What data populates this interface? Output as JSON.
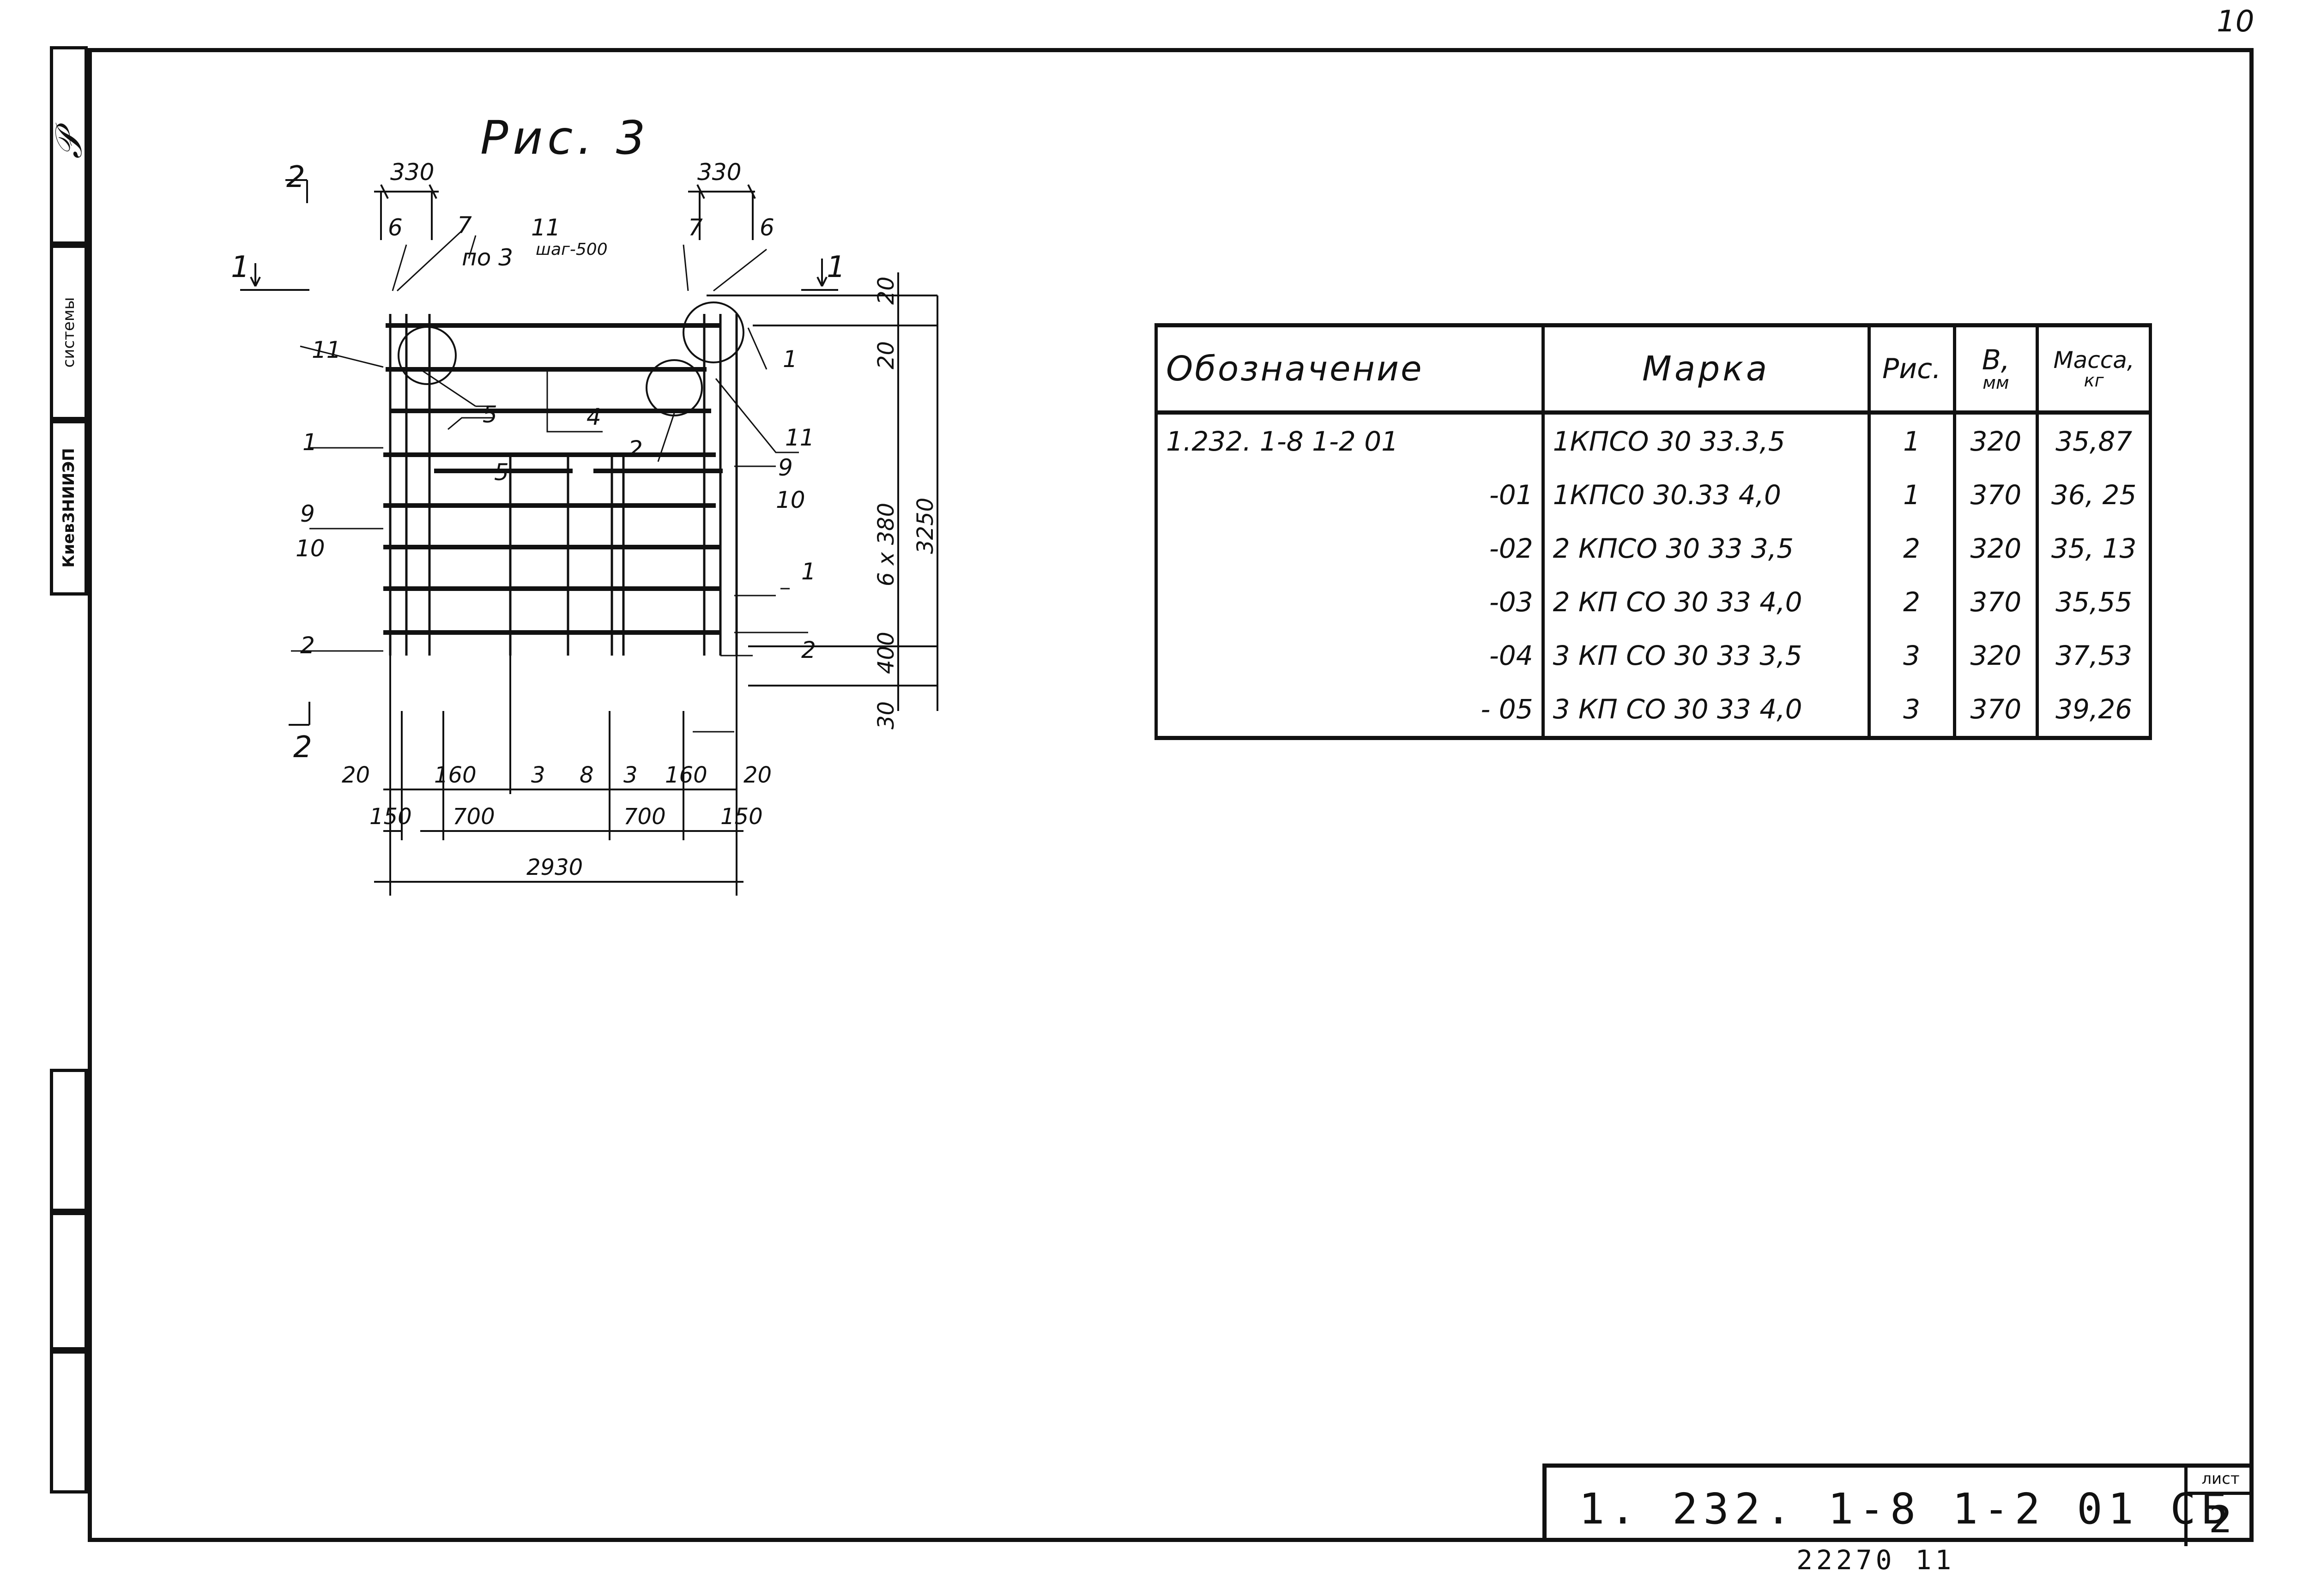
{
  "page_number": "10",
  "side_strip": {
    "signature_glyph": "𝒫",
    "systems": "системы",
    "institute": "КиевЗНИИЭП"
  },
  "figure": {
    "title": "Рис. 3",
    "section_labels": {
      "s2_top": "2",
      "s1_left": "1",
      "s1_right": "1",
      "s2_bottom": "2"
    },
    "top_dims": {
      "left": "330",
      "right": "330"
    },
    "callouts": {
      "n6_left": "6",
      "n7_left": "7",
      "po3": "по 3",
      "n11_top": "11",
      "shag": "шаг-500",
      "n7_right": "7",
      "n6_right": "6",
      "n11_left": "11",
      "n5_a": "5",
      "n4": "4",
      "n2_mid": "2",
      "n11_right": "11",
      "n1_right_top": "1",
      "n1_left": "1",
      "n5_b": "5",
      "n9_left": "9",
      "n10_left": "10",
      "n9_right": "9",
      "n10_right": "10",
      "n1_right_mid": "1",
      "n2_left": "2",
      "n2_right": "2"
    },
    "right_dims": {
      "d20_top": "20",
      "d20": "20",
      "d6x380": "6 x 380",
      "d3250": "3250",
      "d400": "400",
      "d30": "30"
    },
    "bottom_dims_row1": [
      "20",
      "160",
      "3",
      "8",
      "3",
      "160",
      "20"
    ],
    "bottom_dims_row2": [
      "150",
      "700",
      "700",
      "150"
    ],
    "total_width": "2930"
  },
  "table": {
    "headers": {
      "designation": "Обозначение",
      "mark": "Марка",
      "fig": "Рис.",
      "b": "B,",
      "b_unit": "мм",
      "mass": "Масса,",
      "mass_unit": "кг"
    },
    "rows": [
      {
        "designation": "1.232. 1-8  1-2   01",
        "mark": "1КПСО 30 33.3,5",
        "fig": "1",
        "b": "320",
        "mass": "35,87"
      },
      {
        "designation": "-01",
        "mark": "1КПС0 30.33 4,0",
        "fig": "1",
        "b": "370",
        "mass": "36, 25"
      },
      {
        "designation": "-02",
        "mark": "2 КПСО  30 33  3,5",
        "fig": "2",
        "b": "320",
        "mass": "35, 13"
      },
      {
        "designation": "-03",
        "mark": "2 КП СО  30 33  4,0",
        "fig": "2",
        "b": "370",
        "mass": "35,55"
      },
      {
        "designation": "-04",
        "mark": "3 КП СО 30  33  3,5",
        "fig": "3",
        "b": "320",
        "mass": "37,53"
      },
      {
        "designation": "- 05",
        "mark": "3 КП СО 30  33  4,0",
        "fig": "3",
        "b": "370",
        "mass": "39,26"
      }
    ]
  },
  "title_block": {
    "code": "1. 232. 1-8  1-2   01 СБ",
    "sheet_label": "лист",
    "sheet_number": "2"
  },
  "archive_number": "22270    11"
}
